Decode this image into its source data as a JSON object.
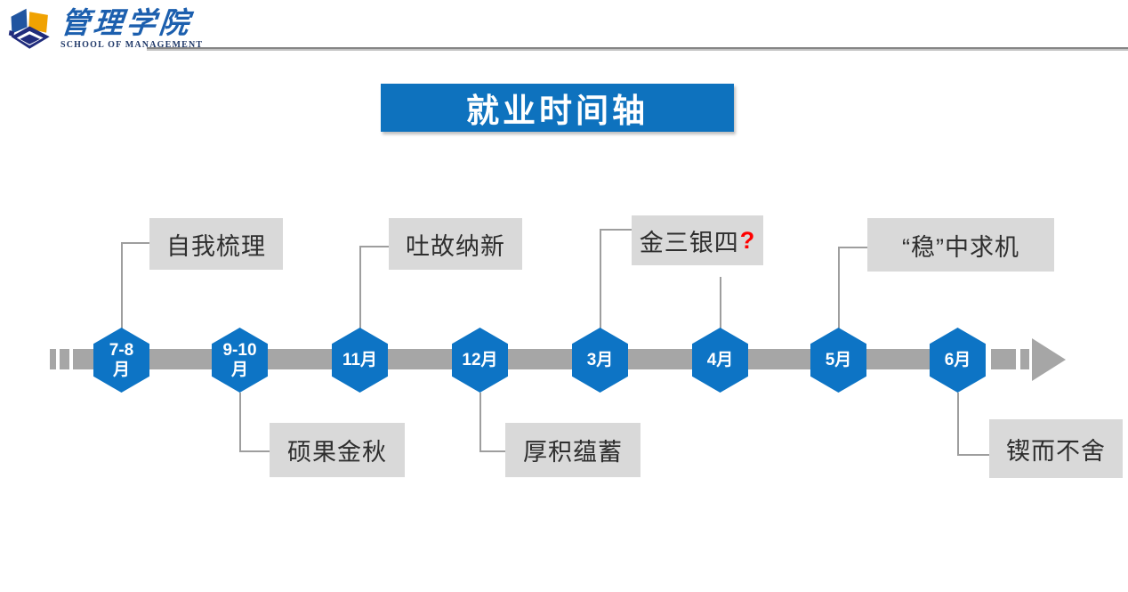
{
  "header": {
    "logo": {
      "icon": "school-cube-logo-icon",
      "title_cn": "管理学院",
      "subtitle_en": "SCHOOL OF MANAGEMENT"
    }
  },
  "title_banner": {
    "text": "就业时间轴"
  },
  "timeline": {
    "nodes": [
      {
        "label": "7-8\n月"
      },
      {
        "label": "9-10\n月"
      },
      {
        "label": "11月"
      },
      {
        "label": "12月"
      },
      {
        "label": "3月"
      },
      {
        "label": "4月"
      },
      {
        "label": "5月"
      },
      {
        "label": "6月"
      }
    ],
    "events": [
      {
        "text": "自我梳理",
        "suffix": "",
        "position": "above",
        "month": "7-8月"
      },
      {
        "text": "硕果金秋",
        "suffix": "",
        "position": "below",
        "month": "9-10月"
      },
      {
        "text": "吐故纳新",
        "suffix": "",
        "position": "above",
        "month": "11月"
      },
      {
        "text": "厚积蕴蓄",
        "suffix": "",
        "position": "below",
        "month": "12月"
      },
      {
        "text": "金三银四",
        "suffix": "?",
        "position": "above",
        "month": "3月"
      },
      {
        "text": "“稳”中求机",
        "suffix": "",
        "position": "above",
        "month": "5月"
      },
      {
        "text": "锲而不舍",
        "suffix": "",
        "position": "below",
        "month": "6月"
      }
    ]
  },
  "colors": {
    "accent_blue": "#0d74c5",
    "title_blue": "#0e72be",
    "bar_gray": "#a6a6a6",
    "label_box_gray": "#d9d9d9",
    "connector_gray": "#9e9e9e",
    "question_mark_red": "#ff0000",
    "logo_blue": "#1c5fae",
    "logo_yellow": "#f0a202",
    "logo_navy": "#202c7c"
  }
}
